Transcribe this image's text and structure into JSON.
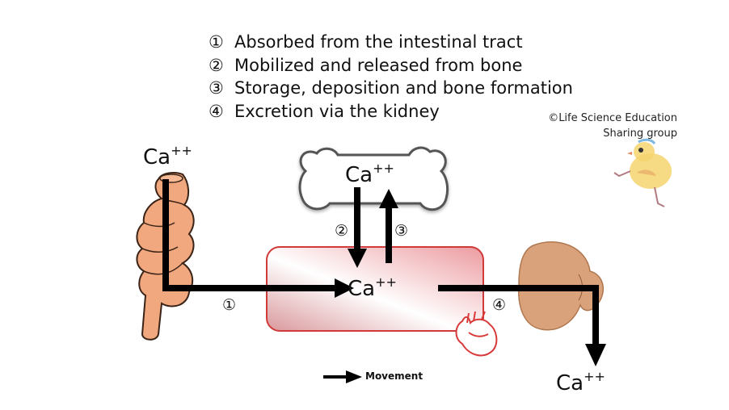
{
  "legend": {
    "items": [
      {
        "number": "①",
        "label": "Absorbed from the intestinal tract"
      },
      {
        "number": "②",
        "label": "Mobilized and released from bone"
      },
      {
        "number": "③",
        "label": "Storage, deposition and bone formation"
      },
      {
        "number": "④",
        "label": "Excretion via the kidney"
      }
    ]
  },
  "copyright": {
    "line1": "©Life Science Education",
    "line2": "Sharing group"
  },
  "nodes": {
    "intestine_input": {
      "symbol": "Ca",
      "charge": "++"
    },
    "bone": {
      "symbol": "Ca",
      "charge": "++"
    },
    "blood": {
      "symbol": "Ca",
      "charge": "++"
    },
    "kidney_output": {
      "symbol": "Ca",
      "charge": "++"
    }
  },
  "steps": {
    "absorption": "①",
    "mobilization": "②",
    "storage": "③",
    "excretion": "④"
  },
  "key": {
    "movement_label": "Movement"
  },
  "colors": {
    "arrow": "#000000",
    "blood_border": "#d03a3a",
    "blood_fill_dark": "#e8a8ac",
    "intestine": "#f2a87e",
    "kidney": "#d9a27a",
    "bone_border": "#555555",
    "heart": "#d83a3a",
    "chick": "#f5d36e"
  }
}
